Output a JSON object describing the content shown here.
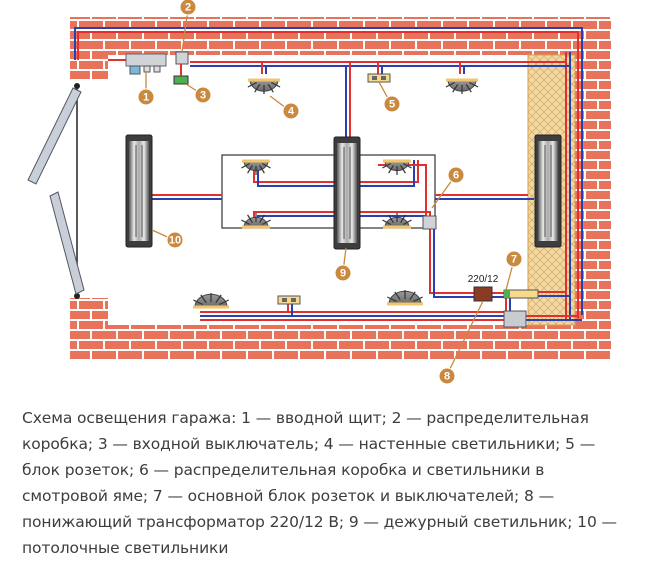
{
  "figure": {
    "callouts": [
      {
        "num": "1",
        "meaning": "вводной щит"
      },
      {
        "num": "2",
        "meaning": "распределительная коробка"
      },
      {
        "num": "3",
        "meaning": "входной выключатель"
      },
      {
        "num": "4",
        "meaning": "настенные светильники"
      },
      {
        "num": "5",
        "meaning": "блок розеток"
      },
      {
        "num": "6",
        "meaning": "распределительная коробка и светильники в смотровой яме"
      },
      {
        "num": "7",
        "meaning": "основной блок розеток и выключателей"
      },
      {
        "num": "8",
        "meaning": "понижающий трансформатор 220/12 В"
      },
      {
        "num": "9",
        "meaning": "дежурный светильник"
      },
      {
        "num": "10",
        "meaning": "потолочные светильники"
      }
    ],
    "transformer_label": "220/12",
    "colors": {
      "brick": "#e8735a",
      "mortar": "#ffffff",
      "callout": "#c9893e",
      "wire_red": "#e03030",
      "wire_blue": "#2a3fb0",
      "insulation": "#f1d9a5"
    }
  },
  "caption": "Схема освещения гаража: 1 — вводной щит; 2 — распределительная коробка; 3 — входной выключатель; 4 — настенные светильники; 5 — блок розеток; 6 — распределительная коробка и светильники в смотровой яме; 7 — основной блок розеток и выключателей; 8 — понижающий трансформатор 220/12 В; 9 — дежурный светильник; 10 — потолочные светильники"
}
